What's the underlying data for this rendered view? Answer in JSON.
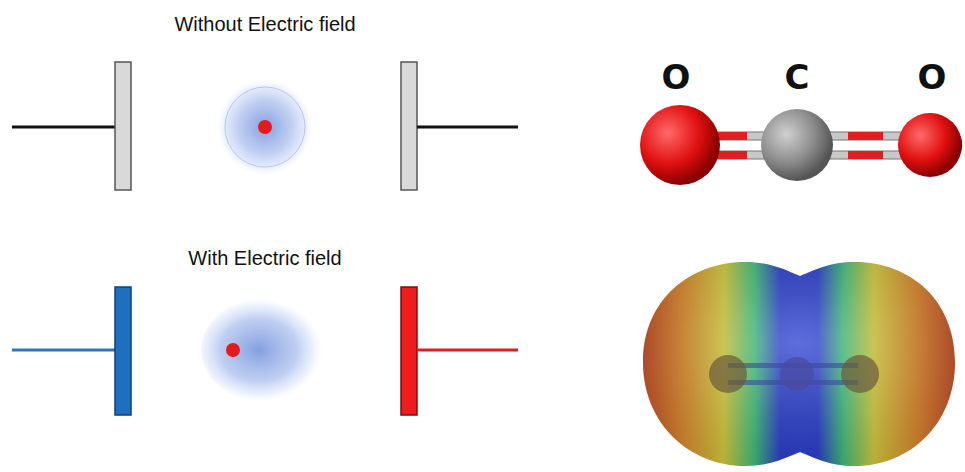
{
  "diagram": {
    "labels": [
      "Without Electric field",
      "With Electric field",
      "O",
      "C",
      "O"
    ]
  }
}
